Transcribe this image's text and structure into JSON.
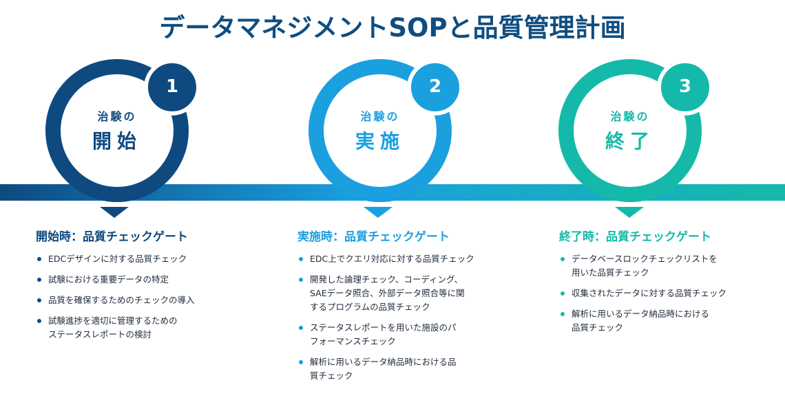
{
  "title": "データマネジメントSOPと品質管理計画",
  "colors": {
    "step1": "#0e4a80",
    "step2": "#1a9fdf",
    "step3": "#15b9aa"
  },
  "steps": [
    {
      "number": "1",
      "small": "治験の",
      "big": "開始",
      "gate_title": "開始時：品質チェックゲート",
      "items": [
        "EDCデザインに対する品質チェック",
        "試験における重要データの特定",
        "品質を確保するためのチェックの導入",
        "試験進捗を適切に管理するための\nステータスレポートの検討"
      ]
    },
    {
      "number": "2",
      "small": "治験の",
      "big": "実施",
      "gate_title": "実施時：品質チェックゲート",
      "items": [
        "EDC上でクエリ対応に対する品質チェック",
        "開発した論理チェック、コーディング、\nSAEデータ照合、外部データ照合等に関\nするプログラムの品質チェック",
        "ステータスレポートを用いた施設のパ\nフォーマンスチェック",
        "解析に用いるデータ納品時における品\n質チェック"
      ]
    },
    {
      "number": "3",
      "small": "治験の",
      "big": "終了",
      "gate_title": "終了時：品質チェックゲート",
      "items": [
        "データベースロックチェックリストを\n用いた品質チェック",
        "収集されたデータに対する品質チェック",
        "解析に用いるデータ納品時における\n品質チェック"
      ]
    }
  ]
}
